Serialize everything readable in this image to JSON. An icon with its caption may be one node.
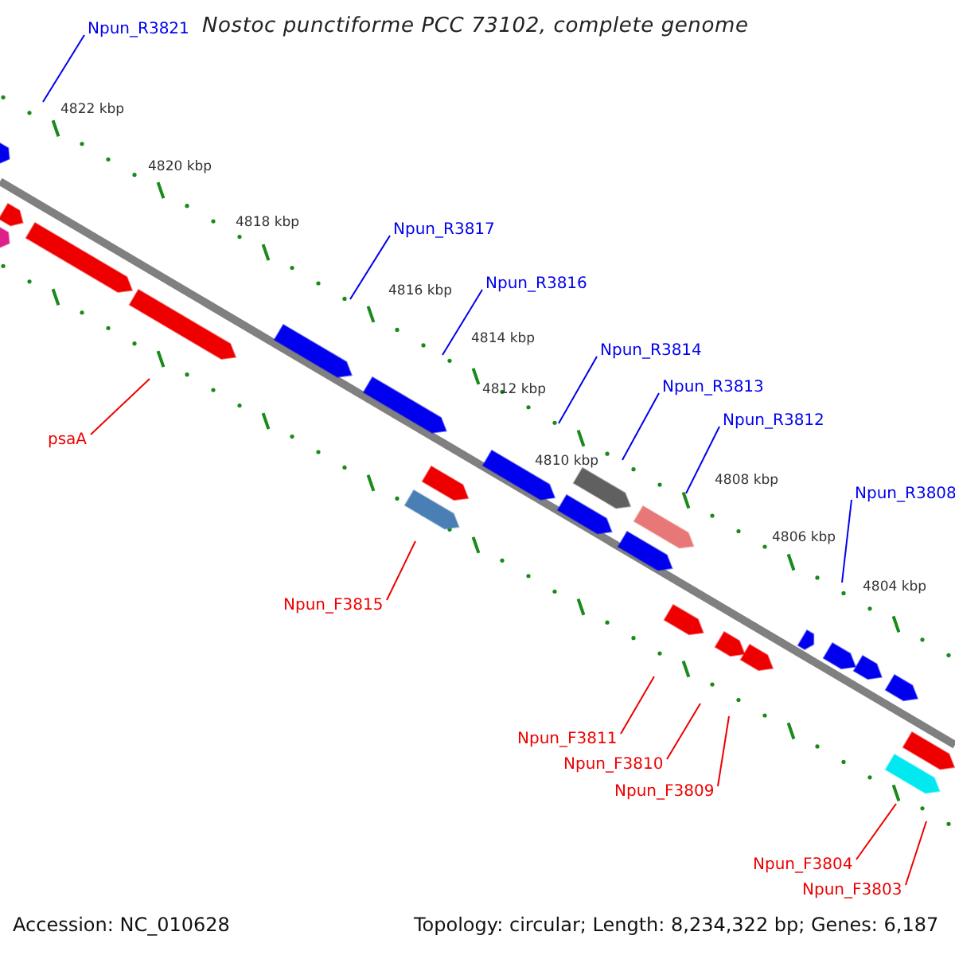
{
  "diagram": {
    "title": "Nostoc punctiforme PCC 73102, complete genome",
    "nodes": [
      {
        "text": [
          "Npun_R3821"
        ]
      },
      {
        "text": [
          "Npun_R3817"
        ]
      },
      {
        "text": [
          "Npun_R3816"
        ]
      },
      {
        "text": [
          "Npun_R3814"
        ]
      },
      {
        "text": [
          "Npun_R3813"
        ]
      },
      {
        "text": [
          "Npun_R3812"
        ]
      },
      {
        "text": [
          "psaA"
        ]
      },
      {
        "text": [
          "Npun_R3808"
        ]
      },
      {
        "text": [
          "Npun_F3815"
        ]
      },
      {
        "text": [
          "Npun_F3811"
        ]
      },
      {
        "text": [
          "Npun_F3810"
        ]
      },
      {
        "text": [
          "Npun_F3809"
        ]
      },
      {
        "text": [
          "Npun_F3804"
        ]
      },
      {
        "text": [
          "Npun_F3803"
        ]
      }
    ],
    "edges": [
      {
        "from": 0,
        "to": null,
        "arrow": "none"
      },
      {
        "from": 1,
        "to": null,
        "arrow": "none"
      },
      {
        "from": 2,
        "to": null,
        "arrow": "none"
      },
      {
        "from": 3,
        "to": null,
        "arrow": "none"
      },
      {
        "from": 4,
        "to": null,
        "arrow": "none"
      },
      {
        "from": 5,
        "to": null,
        "arrow": "none"
      },
      {
        "from": 6,
        "to": null,
        "arrow": "none",
        "color": "#ee0000"
      },
      {
        "from": 7,
        "to": null,
        "arrow": "none"
      },
      {
        "from": 8,
        "to": null,
        "arrow": "none",
        "color": "#ee0000"
      },
      {
        "from": 9,
        "to": null,
        "arrow": "none",
        "color": "#ee0000"
      },
      {
        "from": 10,
        "to": null,
        "arrow": "none",
        "color": "#ee0000"
      },
      {
        "from": 11,
        "to": null,
        "arrow": "none",
        "color": "#ee0000"
      },
      {
        "from": 12,
        "to": null,
        "arrow": "none",
        "color": "#ee0000"
      },
      {
        "from": 13,
        "to": null,
        "arrow": "none",
        "color": "#ee0000"
      }
    ],
    "labels": [
      "4822 kbp",
      "4820 kbp",
      "4818 kbp",
      "4816 kbp",
      "4814 kbp",
      "4812 kbp",
      "4810 kbp",
      "4808 kbp",
      "4806 kbp",
      "4804 kbp",
      "Accession: NC_010628",
      "Topology: circular; Length: 8,234,322 bp; Genes: 6,187"
    ]
  }
}
